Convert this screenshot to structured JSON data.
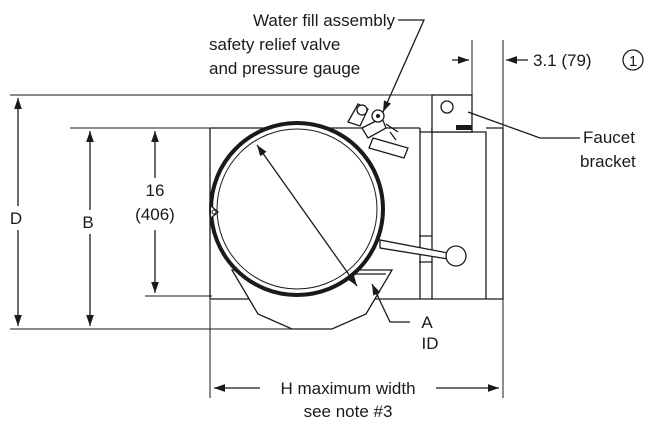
{
  "callouts": {
    "water_fill_line1": "Water fill assembly",
    "water_fill_line2": "safety relief valve",
    "water_fill_line3": "and pressure gauge",
    "faucet_line1": "Faucet",
    "faucet_line2": "bracket",
    "offset_dim": "3.1 (79)",
    "note_marker": "1"
  },
  "dimensions": {
    "d_label": "D",
    "b_label": "B",
    "inner_height_in": "16",
    "inner_height_mm": "(406)",
    "a_label": "A",
    "a_sub": "ID",
    "width_line1": "H maximum width",
    "width_line2": "see note #3"
  },
  "colors": {
    "line": "#1a1a1a",
    "background": "#ffffff"
  }
}
